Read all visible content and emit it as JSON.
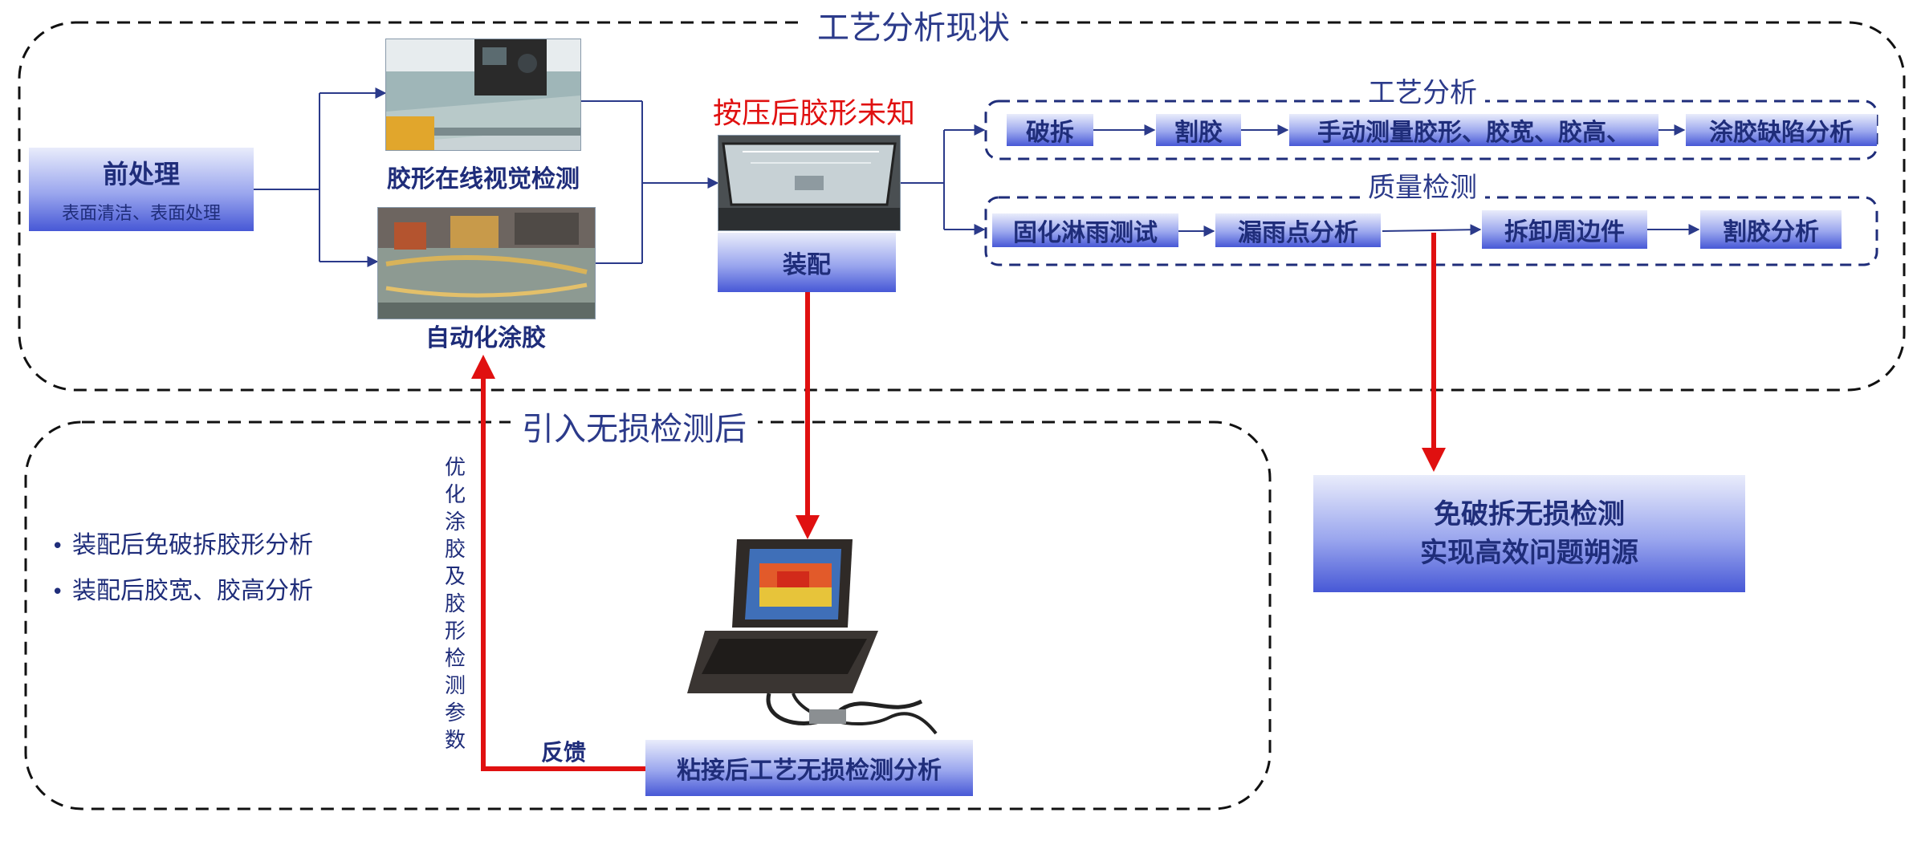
{
  "sections": {
    "current": "工艺分析现状",
    "after": "引入无损检测后"
  },
  "pretreatment": {
    "title": "前处理",
    "subtitle": "表面清洁、表面处理"
  },
  "vision_check": {
    "caption": "胶形在线视觉检测"
  },
  "auto_glue": {
    "caption": "自动化涂胶"
  },
  "assembly": {
    "warning": "按压后胶形未知",
    "label": "装配"
  },
  "process_analysis": {
    "title": "工艺分析",
    "steps": [
      "破拆",
      "割胶",
      "手动测量胶形、胶宽、胶高、",
      "涂胶缺陷分析"
    ]
  },
  "quality_check": {
    "title": "质量检测",
    "steps": [
      "固化淋雨测试",
      "漏雨点分析",
      "拆卸周边件",
      "割胶分析"
    ]
  },
  "result_box": {
    "line1": "免破拆无损检测",
    "line2": "实现高效问题朔源"
  },
  "benefits": [
    "装配后免破拆胶形分析",
    "装配后胶宽、胶高分析"
  ],
  "feedback": {
    "vertical": "优化涂胶及胶形检测参数",
    "label": "反馈"
  },
  "ndt_box": {
    "label": "粘接后工艺无损检测分析"
  },
  "colors": {
    "navy": "#1f2d7a",
    "arrow_blue": "#2b3a8a",
    "arrow_red": "#e01010",
    "dash": "#111111",
    "warning_red": "#e01010"
  }
}
